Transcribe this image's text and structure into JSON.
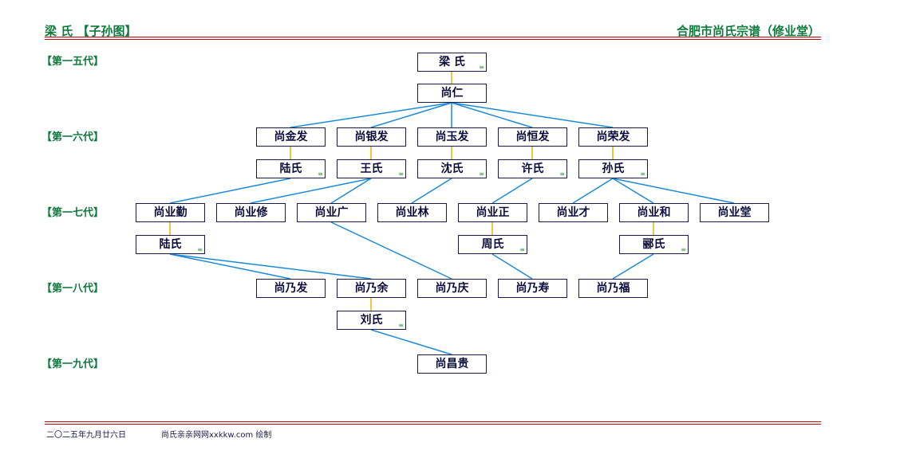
{
  "header": {
    "title": "梁 氏 【子孙图】",
    "right": "合肥市尚氏宗谱（修业堂）"
  },
  "generations": [
    "【第一五代】",
    "【第一六代】",
    "【第一七代】",
    "【第一八代】",
    "【第一九代】"
  ],
  "nodes": {
    "n_liang": "梁 氏",
    "n_shangren": "尚仁",
    "n_jinfa": "尚金发",
    "n_yinfa": "尚银发",
    "n_yufa": "尚玉发",
    "n_hengfa": "尚恒发",
    "n_rongfa": "尚荣发",
    "n_lu1": "陆氏",
    "n_wang": "王氏",
    "n_shen": "沈氏",
    "n_xu": "许氏",
    "n_sun": "孙氏",
    "n_yeqin": "尚业勤",
    "n_yexiu": "尚业修",
    "n_yeguang": "尚业广",
    "n_yelin": "尚业林",
    "n_yezheng": "尚业正",
    "n_yecai": "尚业才",
    "n_yehe": "尚业和",
    "n_yetang": "尚业堂",
    "n_lu2": "陆氏",
    "n_zhou": "周氏",
    "n_li": "郦氏",
    "n_naifa": "尚乃发",
    "n_naiyu": "尚乃余",
    "n_naiqing": "尚乃庆",
    "n_naishou": "尚乃寿",
    "n_naifu": "尚乃福",
    "n_liu": "刘氏",
    "n_changgui": "尚昌贵"
  },
  "spouse_mark": "≡",
  "footer": {
    "date": "二〇二五年九月廿六日",
    "credit": "尚氏亲亲网网xxkkw.com 绘制"
  }
}
